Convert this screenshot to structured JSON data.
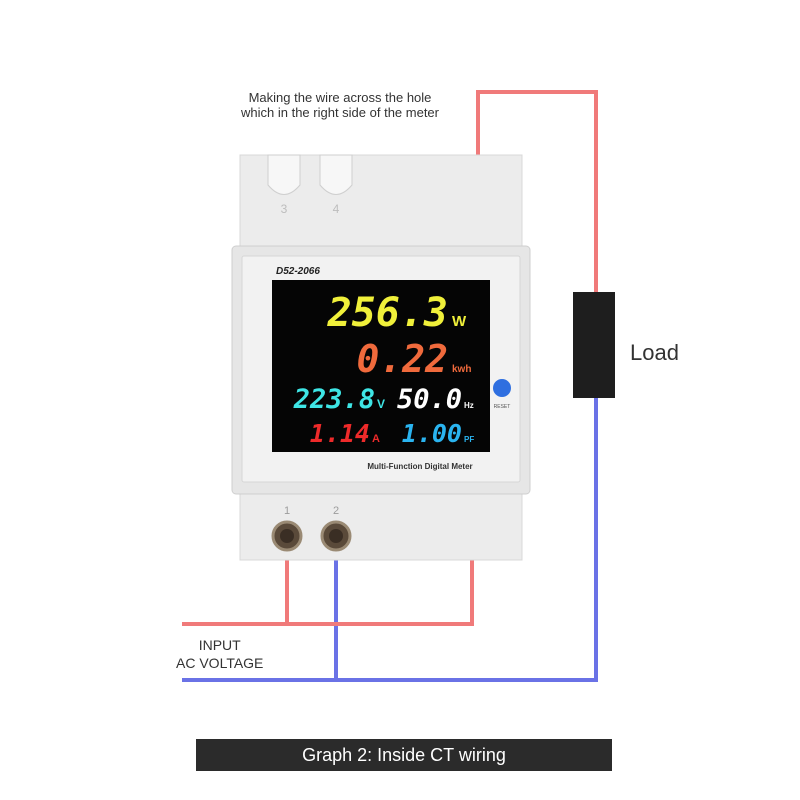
{
  "instruction_note": {
    "line1": "Making the wire across the hole",
    "line2": "which in the right side of the meter"
  },
  "meter": {
    "model": "D52-2066",
    "terminals_top": [
      "3",
      "4"
    ],
    "terminals_bottom": [
      "1",
      "2"
    ],
    "power_value": "256.3",
    "power_unit": "W",
    "energy_value": "0.22",
    "energy_unit": "kwh",
    "voltage_value": "223.8",
    "voltage_unit": "V",
    "frequency_value": "50.0",
    "frequency_unit": "Hz",
    "current_value": "1.14",
    "current_unit": "A",
    "pf_value": "1.00",
    "pf_unit": "PF",
    "reset_label": "RESET",
    "subtitle": "Multi-Function Digital Meter"
  },
  "load_label": "Load",
  "input_label": {
    "line1": "INPUT",
    "line2": "AC VOLTAGE"
  },
  "caption": "Graph 2: Inside CT wiring",
  "colors": {
    "live_wire": "#f07a7a",
    "neutral_wire": "#6a72e6",
    "power": "#f0f03a",
    "energy": "#f06a3c",
    "voltage": "#3ee6e6",
    "frequency": "#ffffff",
    "current": "#ee2a2a",
    "pf": "#2ab4f0",
    "reset_button": "#2f6fe0"
  }
}
